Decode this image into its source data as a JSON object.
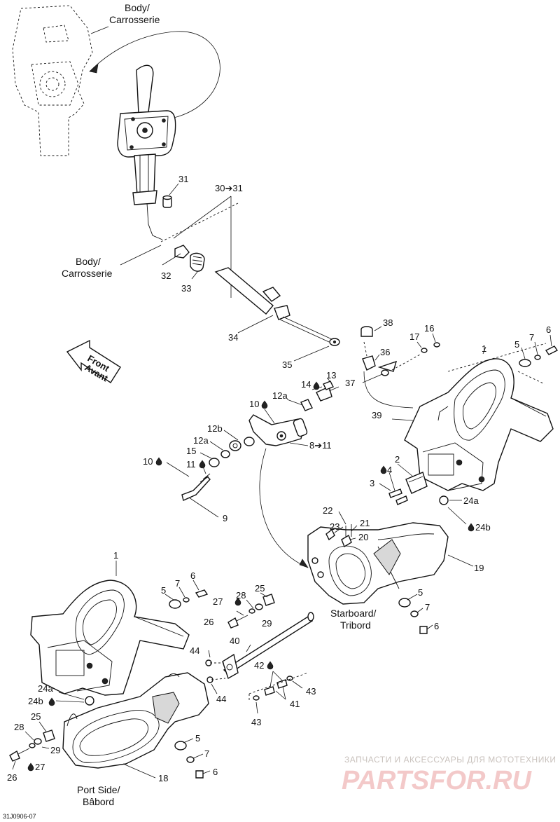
{
  "labels": {
    "body_top": [
      "Body/",
      "Carrosserie"
    ],
    "body_mid": [
      "Body/",
      "Carrosserie"
    ],
    "starboard": [
      "Starboard/",
      "Tribord"
    ],
    "port": [
      "Port Side/",
      "Bâbord"
    ],
    "front": [
      "Front",
      "Avant"
    ]
  },
  "callouts": {
    "c31_top": "31",
    "c30_31": "30➔31",
    "c32": "32",
    "c33": "33",
    "c34": "34",
    "c35": "35",
    "c38": "38",
    "c36": "36",
    "c37": "37",
    "c17": "17",
    "c16": "16",
    "c5_r": "5",
    "c7_r": "7",
    "c6_r": "6",
    "c1_r": "1",
    "c13": "13",
    "c14": "14",
    "c12a_1": "12a",
    "c10_1": "10",
    "c12b": "12b",
    "c12a_2": "12a",
    "c15": "15",
    "c10_2": "10",
    "c11": "11",
    "c8_11": "8➔11",
    "c9": "9",
    "c39": "39",
    "c2": "2",
    "c4": "4",
    "c3": "3",
    "c24a_r": "24a",
    "c24b_r": "24b",
    "c22": "22",
    "c23": "23",
    "c21": "21",
    "c20": "20",
    "c19": "19",
    "c1_l": "1",
    "c5_l": "5",
    "c7_l": "7",
    "c6_l": "6",
    "c25_m": "25",
    "c28_m": "28",
    "c27_m": "27",
    "c26_m": "26",
    "c29_m": "29",
    "c5_m": "5",
    "c7_m": "7",
    "c6_m": "6",
    "c40": "40",
    "c44_a": "44",
    "c44_b": "44",
    "c42": "42",
    "c43_a": "43",
    "c41": "41",
    "c43_b": "43",
    "c24a_l": "24a",
    "c24b_l": "24b",
    "c28_l": "28",
    "c25_l": "25",
    "c29_l": "29",
    "c27_l": "27",
    "c26_l": "26",
    "c18": "18",
    "c5_b": "5",
    "c7_b": "7",
    "c6_b": "6"
  },
  "watermark": {
    "line1": "ЗАПЧАСТИ И АКСЕССУАРЫ ДЛЯ МОТОТЕХНИКИ",
    "line2": "PARTSFOR.RU"
  },
  "figure_code": "31J0906-07",
  "icons": {
    "drop": "fluid-drop-icon",
    "arrow": "front-arrow-icon"
  },
  "colors": {
    "line": "#111111",
    "watermark_red": "#f3c9c9",
    "watermark_grey": "#c9c2bd"
  }
}
